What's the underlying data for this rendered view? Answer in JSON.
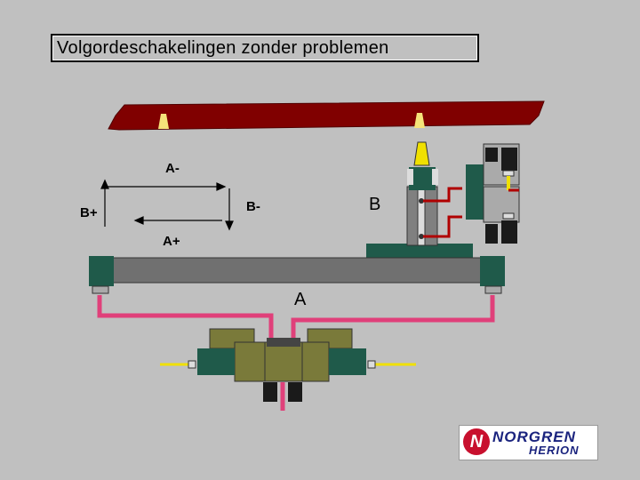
{
  "title": "Volgordeschakelingen zonder problemen",
  "labels": {
    "a_minus": "A-",
    "a_plus": "A+",
    "b_plus": "B+",
    "b_minus": "B-",
    "b": "B",
    "a": "A"
  },
  "logo": {
    "brand_top": "NORGREN",
    "brand_bottom": "HERION"
  },
  "colors": {
    "background": "#c0c0c0",
    "beam": "#800000",
    "cylinder_body": "#707070",
    "cylinder_end": "#1f5a4a",
    "tube_pink": "#e0407a",
    "valve": "#7a7a3a",
    "signal_yellow": "#f0e000",
    "signal_red": "#b00000"
  }
}
